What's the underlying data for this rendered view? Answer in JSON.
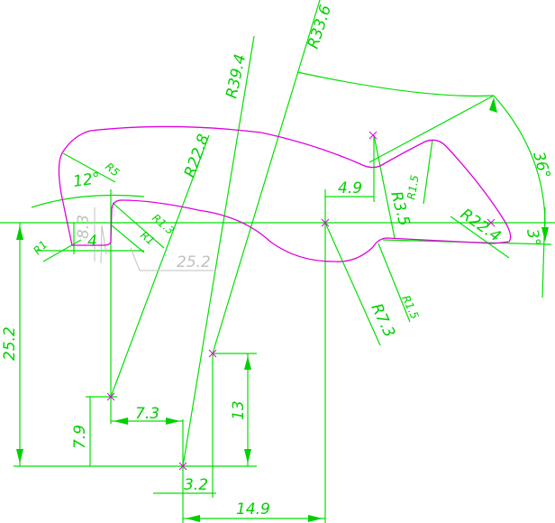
{
  "colors": {
    "background": "#ffffff",
    "dimension": "#00e000",
    "profile": "#e000e0",
    "reference": "#c0c0c0"
  },
  "dimensions": {
    "r33_6": "R33.6",
    "r39_4": "R39.4",
    "r22_8": "R22.8",
    "r5": "R5",
    "angle_12": "12°",
    "r1_3": "R1.3",
    "r1_left": "R1",
    "r1_right": "R1",
    "ref_8_3": "8.3",
    "ref_25_2": "25.2",
    "w4": "4",
    "h25_2": "25.2",
    "h7_9": "7.9",
    "w7_3": "7.3",
    "h13": "13",
    "w3_2": "3.2",
    "w14_9": "14.9",
    "w4_9": "4.9",
    "r3_5": "R3.5",
    "r1_5_top": "R1.5",
    "r1_5_bottom": "R1.5",
    "r7_3": "R7.3",
    "r22_4": "R22.4",
    "angle_36": "36°",
    "angle_3": "3°"
  }
}
